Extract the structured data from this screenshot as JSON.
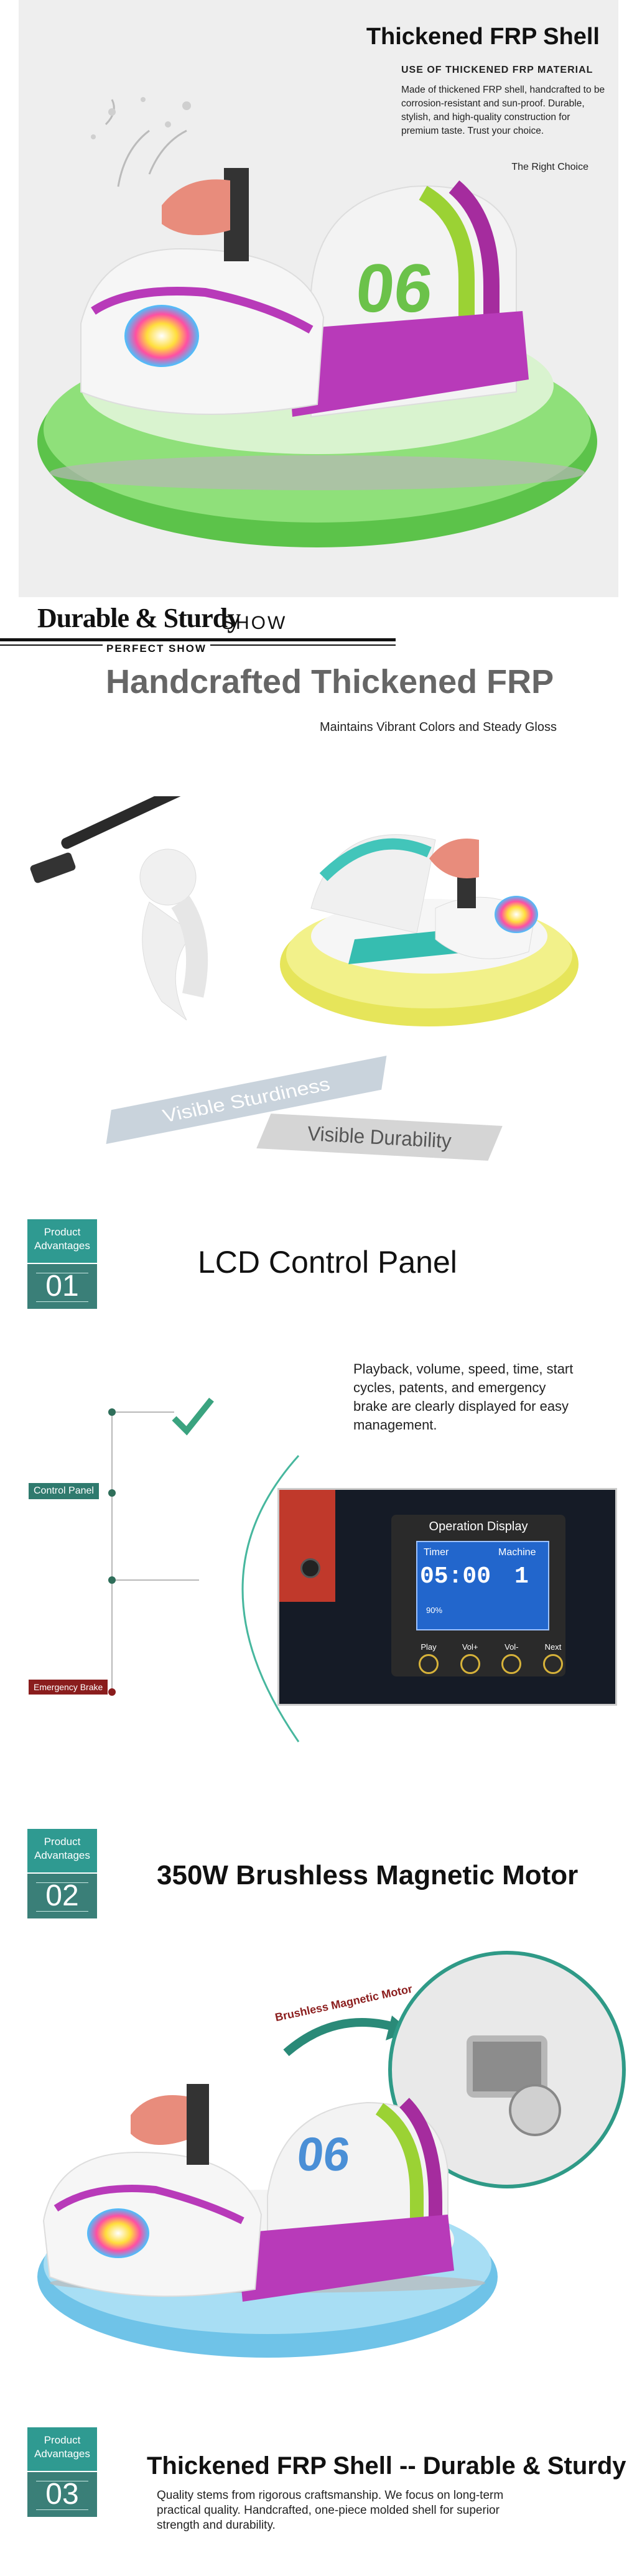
{
  "hero": {
    "title": "Thickened FRP Shell",
    "subtitle": "USE OF THICKENED FRP MATERIAL",
    "description": "Made of thickened FRP shell, handcrafted to be corrosion-resistant and sun-proof. Durable, stylish, and high-quality construction for premium taste. Trust your choice.",
    "tagline": "The Right Choice",
    "car_number": "06"
  },
  "durable": {
    "heading_main": "Durable & Sturdy",
    "heading_show": "SHOW",
    "perfect_show": "PERFECT SHOW",
    "title": "Handcrafted Thickened FRP",
    "subtitle": "Maintains Vibrant Colors and Steady Gloss",
    "banner_1": "Visible Sturdiness",
    "banner_2": "Visible Durability"
  },
  "adv1": {
    "tag_top": "Product Advantages",
    "tag_num": "01",
    "title": "LCD Control Panel",
    "description": "Playback, volume, speed, time, start cycles, patents, and emergency brake are clearly displayed for easy management.",
    "label_control": "Control Panel",
    "label_brake": "Emergency Brake",
    "panel": {
      "title": "Operation Display",
      "timer_label": "Timer",
      "machine_label": "Machine",
      "timer_value": "05:00",
      "machine_value": "1",
      "battery_text": "90%",
      "buttons": [
        "Play",
        "Vol+",
        "Vol-",
        "Next"
      ]
    }
  },
  "adv2": {
    "tag_top": "Product Advantages",
    "tag_num": "02",
    "title": "350W Brushless Magnetic Motor",
    "arrow_label": "Brushless Magnetic Motor",
    "car_number": "06"
  },
  "adv3": {
    "tag_top": "Product Advantages",
    "tag_num": "03",
    "title": "Thickened FRP Shell -- Durable & Sturdy",
    "description": "Quality stems from rigorous craftsmanship. We focus on long-term practical quality. Handcrafted, one-piece molded shell for superior strength and durability."
  }
}
